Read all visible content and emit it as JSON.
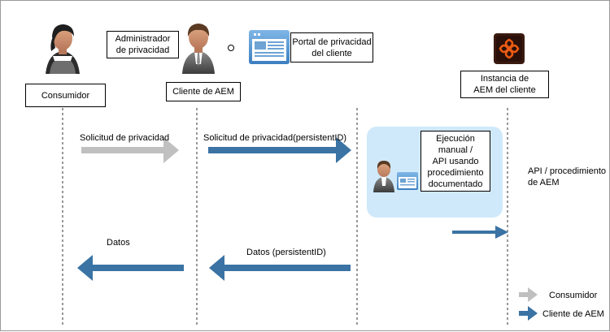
{
  "actors": {
    "consumer_label": "Consumidor",
    "aem_client_label": "Cliente de AEM",
    "privacy_admin_label": "Administrador\nde privacidad",
    "or_marker": "o",
    "privacy_portal_label": "Portal de privacidad\ndel cliente",
    "aem_instance_label": "Instancia de\nAEM del cliente"
  },
  "messages": {
    "privacy_request": "Solicitud de privacidad",
    "privacy_request_pid": "Solicitud de privacidad(persistentID)",
    "execution_box": "Ejecución\nmanual /\nAPI usando\nprocedimiento\ndocumentado",
    "api_procedure": "API / procedimiento\nde AEM",
    "data": "Datos",
    "data_pid": "Datos (persistentID)"
  },
  "legend": {
    "consumer": "Consumidor",
    "aem_client": "Cliente de AEM"
  },
  "colors": {
    "consumer_arrow": "#c0c0c0",
    "aem_arrow": "#3a73a4",
    "execution_background": "#cfe9fb",
    "adobe_logo": "#eb5a14"
  },
  "icons": [
    "person-female-icon",
    "person-male-icon",
    "web-portal-icon",
    "adobe-experience-manager-icon",
    "person-with-browser-icon"
  ]
}
